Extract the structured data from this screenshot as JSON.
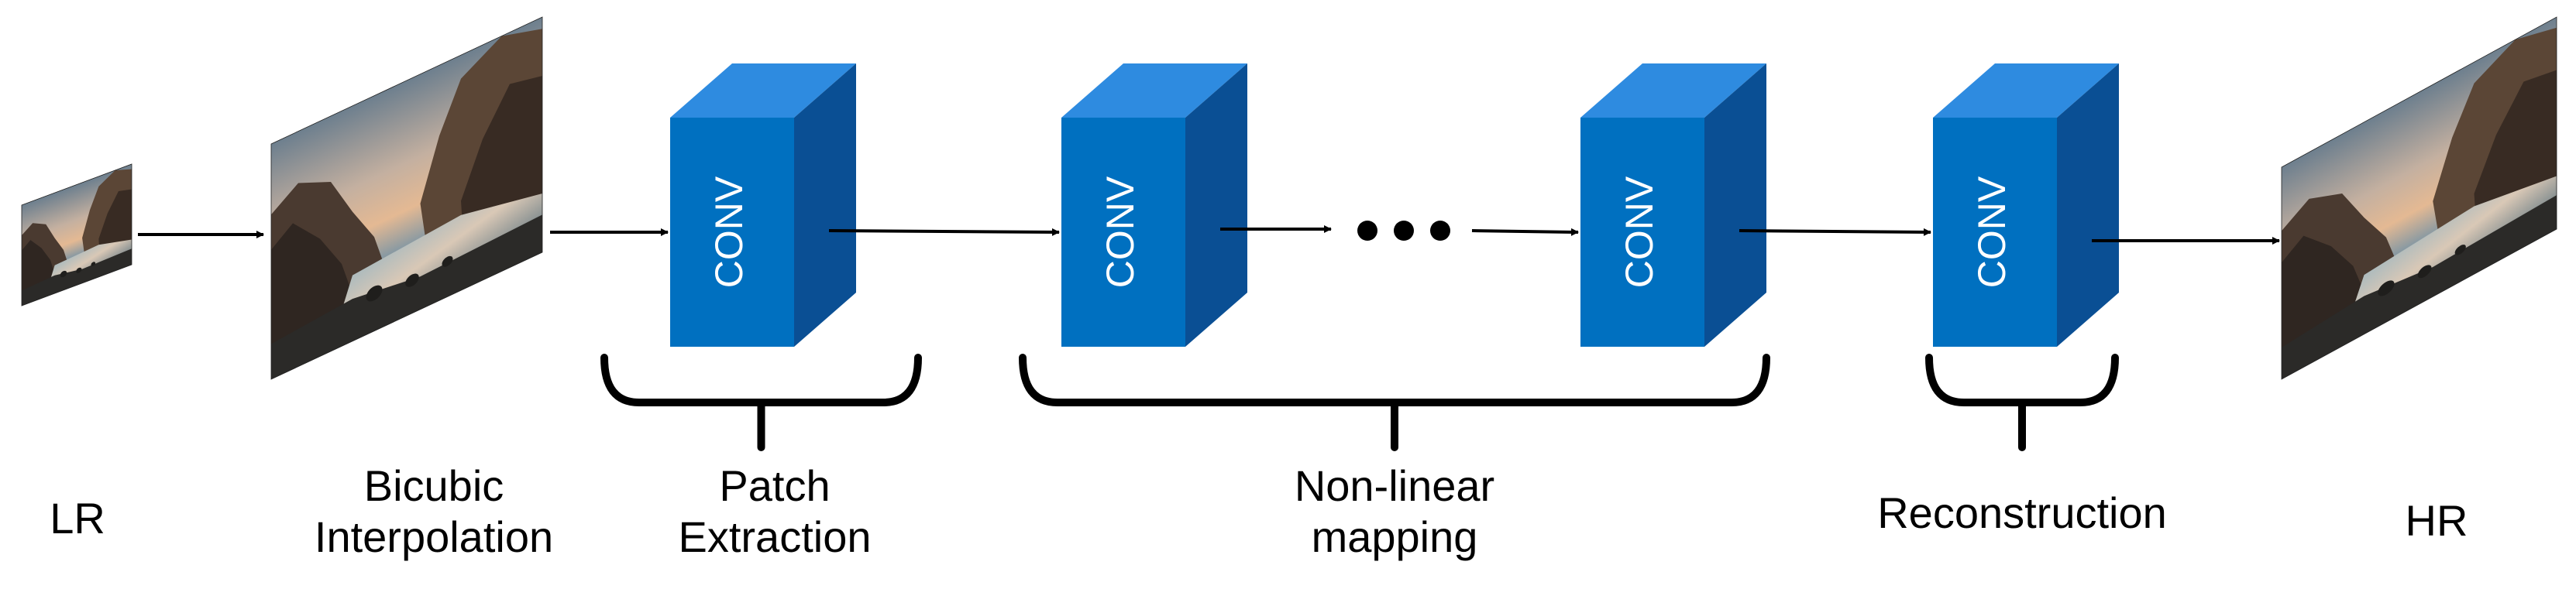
{
  "colors": {
    "block_front": "#0070C0",
    "block_top": "#2E8BE0",
    "block_side": "#0A4F94",
    "block_text": "#FFFFFF",
    "stroke": "#000000"
  },
  "block_text": "CONV",
  "labels": {
    "lr": "LR",
    "bicubic": [
      "Bicubic",
      "Interpolation"
    ],
    "patch": [
      "Patch",
      "Extraction"
    ],
    "nonlinear": [
      "Non-linear",
      "mapping"
    ],
    "reconstruction": "Reconstruction",
    "hr": "HR"
  },
  "images": {
    "lr": "low-resolution-landscape-image",
    "bicubic": "upscaled-landscape-image",
    "hr": "high-resolution-landscape-image"
  }
}
